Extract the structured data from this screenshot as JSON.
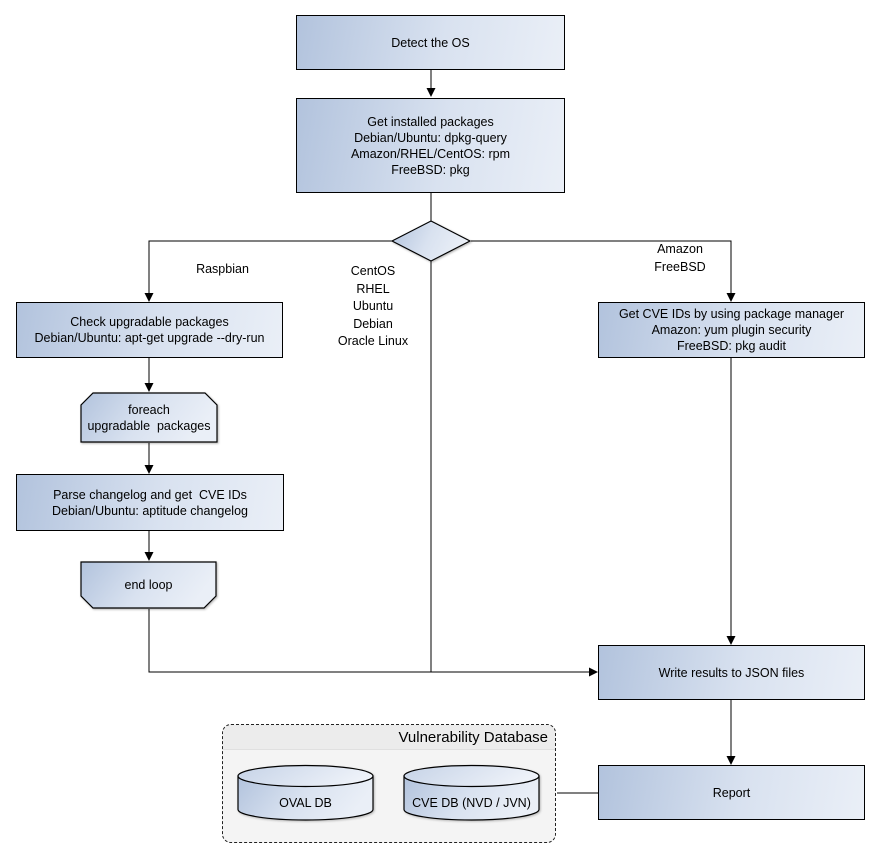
{
  "nodes": {
    "detect": {
      "label": "Detect the OS"
    },
    "get_packages": {
      "lines": [
        "Get installed packages",
        "Debian/Ubuntu: dpkg-query",
        "Amazon/RHEL/CentOS: rpm",
        "FreeBSD: pkg"
      ]
    },
    "check_upgradable": {
      "lines": [
        "Check upgradable packages",
        "Debian/Ubuntu: apt-get upgrade --dry-run"
      ]
    },
    "foreach_loop": {
      "lines": [
        "foreach",
        "upgradable  packages"
      ]
    },
    "parse_changelog": {
      "lines": [
        "Parse changelog and get  CVE IDs",
        "Debian/Ubuntu: aptitude changelog"
      ]
    },
    "end_loop": {
      "label": "end loop"
    },
    "get_cve_ids": {
      "lines": [
        "Get CVE IDs by using package manager",
        "Amazon: yum plugin security",
        "FreeBSD: pkg audit"
      ]
    },
    "write_json": {
      "label": "Write results to JSON files"
    },
    "report": {
      "label": "Report"
    }
  },
  "branch_labels": {
    "raspbian": "Raspbian",
    "os_list": [
      "CentOS",
      "RHEL",
      "Ubuntu",
      "Debian",
      "Oracle Linux"
    ],
    "pkg_audit_os": [
      "Amazon",
      "FreeBSD"
    ]
  },
  "database": {
    "title": "Vulnerability Database",
    "oval_db": "OVAL DB",
    "cve_db": "CVE DB (NVD / JVN)"
  },
  "colors": {
    "node_fill_start": "#b2c3dd",
    "node_fill_mid": "#d9e2f0",
    "node_fill_end": "#eaeff7",
    "stroke": "#000000",
    "container_fill": "#f4f4f4",
    "container_header_fill": "#ececec",
    "background": "#ffffff"
  }
}
